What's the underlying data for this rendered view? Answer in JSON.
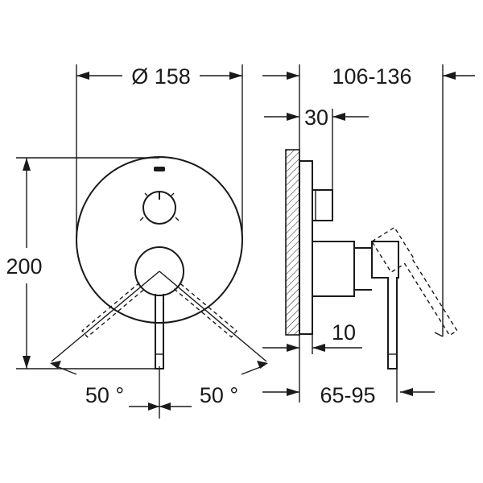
{
  "dimensions": {
    "diameter": "Ø 158",
    "depth_range": "106-136",
    "wall_depth": "30",
    "height": "200",
    "offset": "10",
    "angle_left": "50 °",
    "angle_right": "50 °",
    "install_range": "65-95"
  },
  "colors": {
    "line": "#1a1a1a",
    "background": "#ffffff"
  }
}
